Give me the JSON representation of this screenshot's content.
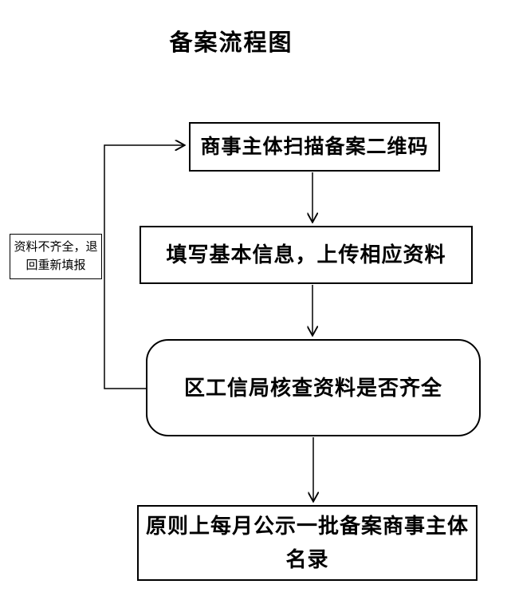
{
  "title": "备案流程图",
  "colors": {
    "background": "#ffffff",
    "border": "#000000",
    "text": "#000000",
    "connector": "#000000"
  },
  "flowchart": {
    "type": "flowchart",
    "step1": {
      "label": "商事主体扫描备案二维码"
    },
    "step2": {
      "label": "填写基本信息，上传相应资料"
    },
    "step3": {
      "label": "区工信局核查资料是否齐全"
    },
    "step4": {
      "lines": [
        "原则上每月公示一批备案商事主体",
        "名录"
      ]
    },
    "feedback_label": {
      "lines": [
        "资料不齐全，退",
        "回重新填报"
      ]
    }
  }
}
